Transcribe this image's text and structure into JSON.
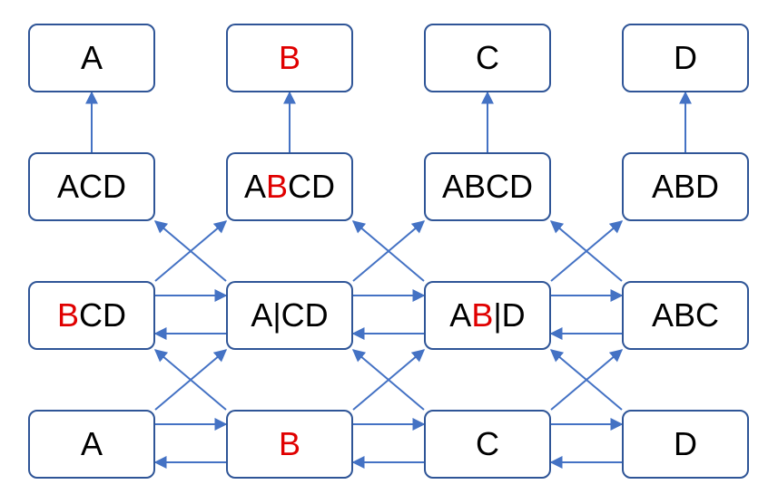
{
  "colors": {
    "border": "#2F5597",
    "arrow": "#4472C4",
    "highlight": "#E00000",
    "text": "#000000"
  },
  "rows": [
    {
      "id": "row1",
      "nodes": [
        {
          "id": "r1c1",
          "segments": [
            {
              "text": "A",
              "highlight": false
            }
          ]
        },
        {
          "id": "r1c2",
          "segments": [
            {
              "text": "B",
              "highlight": true
            }
          ]
        },
        {
          "id": "r1c3",
          "segments": [
            {
              "text": "C",
              "highlight": false
            }
          ]
        },
        {
          "id": "r1c4",
          "segments": [
            {
              "text": "D",
              "highlight": false
            }
          ]
        }
      ]
    },
    {
      "id": "row2",
      "nodes": [
        {
          "id": "r2c1",
          "segments": [
            {
              "text": "ACD",
              "highlight": false
            }
          ]
        },
        {
          "id": "r2c2",
          "segments": [
            {
              "text": "A",
              "highlight": false
            },
            {
              "text": "B",
              "highlight": true
            },
            {
              "text": "CD",
              "highlight": false
            }
          ]
        },
        {
          "id": "r2c3",
          "segments": [
            {
              "text": "ABCD",
              "highlight": false
            }
          ]
        },
        {
          "id": "r2c4",
          "segments": [
            {
              "text": "ABD",
              "highlight": false
            }
          ]
        }
      ]
    },
    {
      "id": "row3",
      "nodes": [
        {
          "id": "r3c1",
          "segments": [
            {
              "text": "B",
              "highlight": true
            },
            {
              "text": "CD",
              "highlight": false
            }
          ]
        },
        {
          "id": "r3c2",
          "segments": [
            {
              "text": "A|CD",
              "highlight": false
            }
          ]
        },
        {
          "id": "r3c3",
          "segments": [
            {
              "text": "A",
              "highlight": false
            },
            {
              "text": "B",
              "highlight": true
            },
            {
              "text": "|D",
              "highlight": false
            }
          ]
        },
        {
          "id": "r3c4",
          "segments": [
            {
              "text": "ABC",
              "highlight": false
            }
          ]
        }
      ]
    },
    {
      "id": "row4",
      "nodes": [
        {
          "id": "r4c1",
          "segments": [
            {
              "text": "A",
              "highlight": false
            }
          ]
        },
        {
          "id": "r4c2",
          "segments": [
            {
              "text": "B",
              "highlight": true
            }
          ]
        },
        {
          "id": "r4c3",
          "segments": [
            {
              "text": "C",
              "highlight": false
            }
          ]
        },
        {
          "id": "r4c4",
          "segments": [
            {
              "text": "D",
              "highlight": false
            }
          ]
        }
      ]
    }
  ],
  "edges": [
    {
      "from": "r2c1",
      "to": "r1c1"
    },
    {
      "from": "r2c2",
      "to": "r1c2"
    },
    {
      "from": "r2c3",
      "to": "r1c3"
    },
    {
      "from": "r2c4",
      "to": "r1c4"
    },
    {
      "from": "r3c1",
      "to": "r3c2"
    },
    {
      "from": "r3c2",
      "to": "r3c1"
    },
    {
      "from": "r3c2",
      "to": "r3c3"
    },
    {
      "from": "r3c3",
      "to": "r3c2"
    },
    {
      "from": "r3c3",
      "to": "r3c4"
    },
    {
      "from": "r3c4",
      "to": "r3c3"
    },
    {
      "from": "r4c1",
      "to": "r4c2"
    },
    {
      "from": "r4c2",
      "to": "r4c1"
    },
    {
      "from": "r4c2",
      "to": "r4c3"
    },
    {
      "from": "r4c3",
      "to": "r4c2"
    },
    {
      "from": "r4c3",
      "to": "r4c4"
    },
    {
      "from": "r4c4",
      "to": "r4c3"
    },
    {
      "from": "r3c1",
      "to": "r2c2"
    },
    {
      "from": "r3c2",
      "to": "r2c1"
    },
    {
      "from": "r3c2",
      "to": "r2c3"
    },
    {
      "from": "r3c3",
      "to": "r2c2"
    },
    {
      "from": "r3c3",
      "to": "r2c4"
    },
    {
      "from": "r3c4",
      "to": "r2c3"
    },
    {
      "from": "r4c1",
      "to": "r3c2"
    },
    {
      "from": "r4c2",
      "to": "r3c1"
    },
    {
      "from": "r4c2",
      "to": "r3c3"
    },
    {
      "from": "r4c3",
      "to": "r3c2"
    },
    {
      "from": "r4c3",
      "to": "r3c4"
    },
    {
      "from": "r4c4",
      "to": "r3c3"
    }
  ]
}
